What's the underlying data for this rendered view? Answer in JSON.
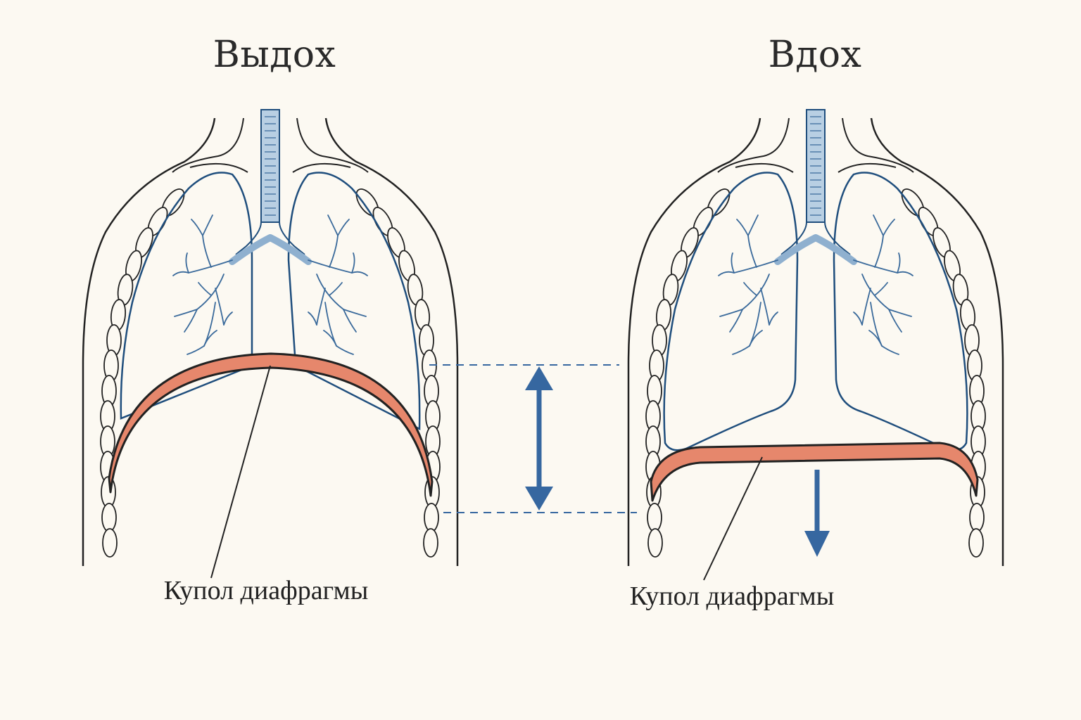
{
  "panels": {
    "exhale": {
      "title": "Выдох",
      "label": "Купол диафрагмы"
    },
    "inhale": {
      "title": "Вдох",
      "label": "Купол диафрагмы"
    }
  },
  "colors": {
    "background": "#fcf9f2",
    "outline": "#222222",
    "lung": "#1f4e7d",
    "bronchi": "#3a6a9b",
    "trachea_fill": "#b8cfe3",
    "diaphragm_fill": "#e6876c",
    "arrow": "#3667a0"
  }
}
